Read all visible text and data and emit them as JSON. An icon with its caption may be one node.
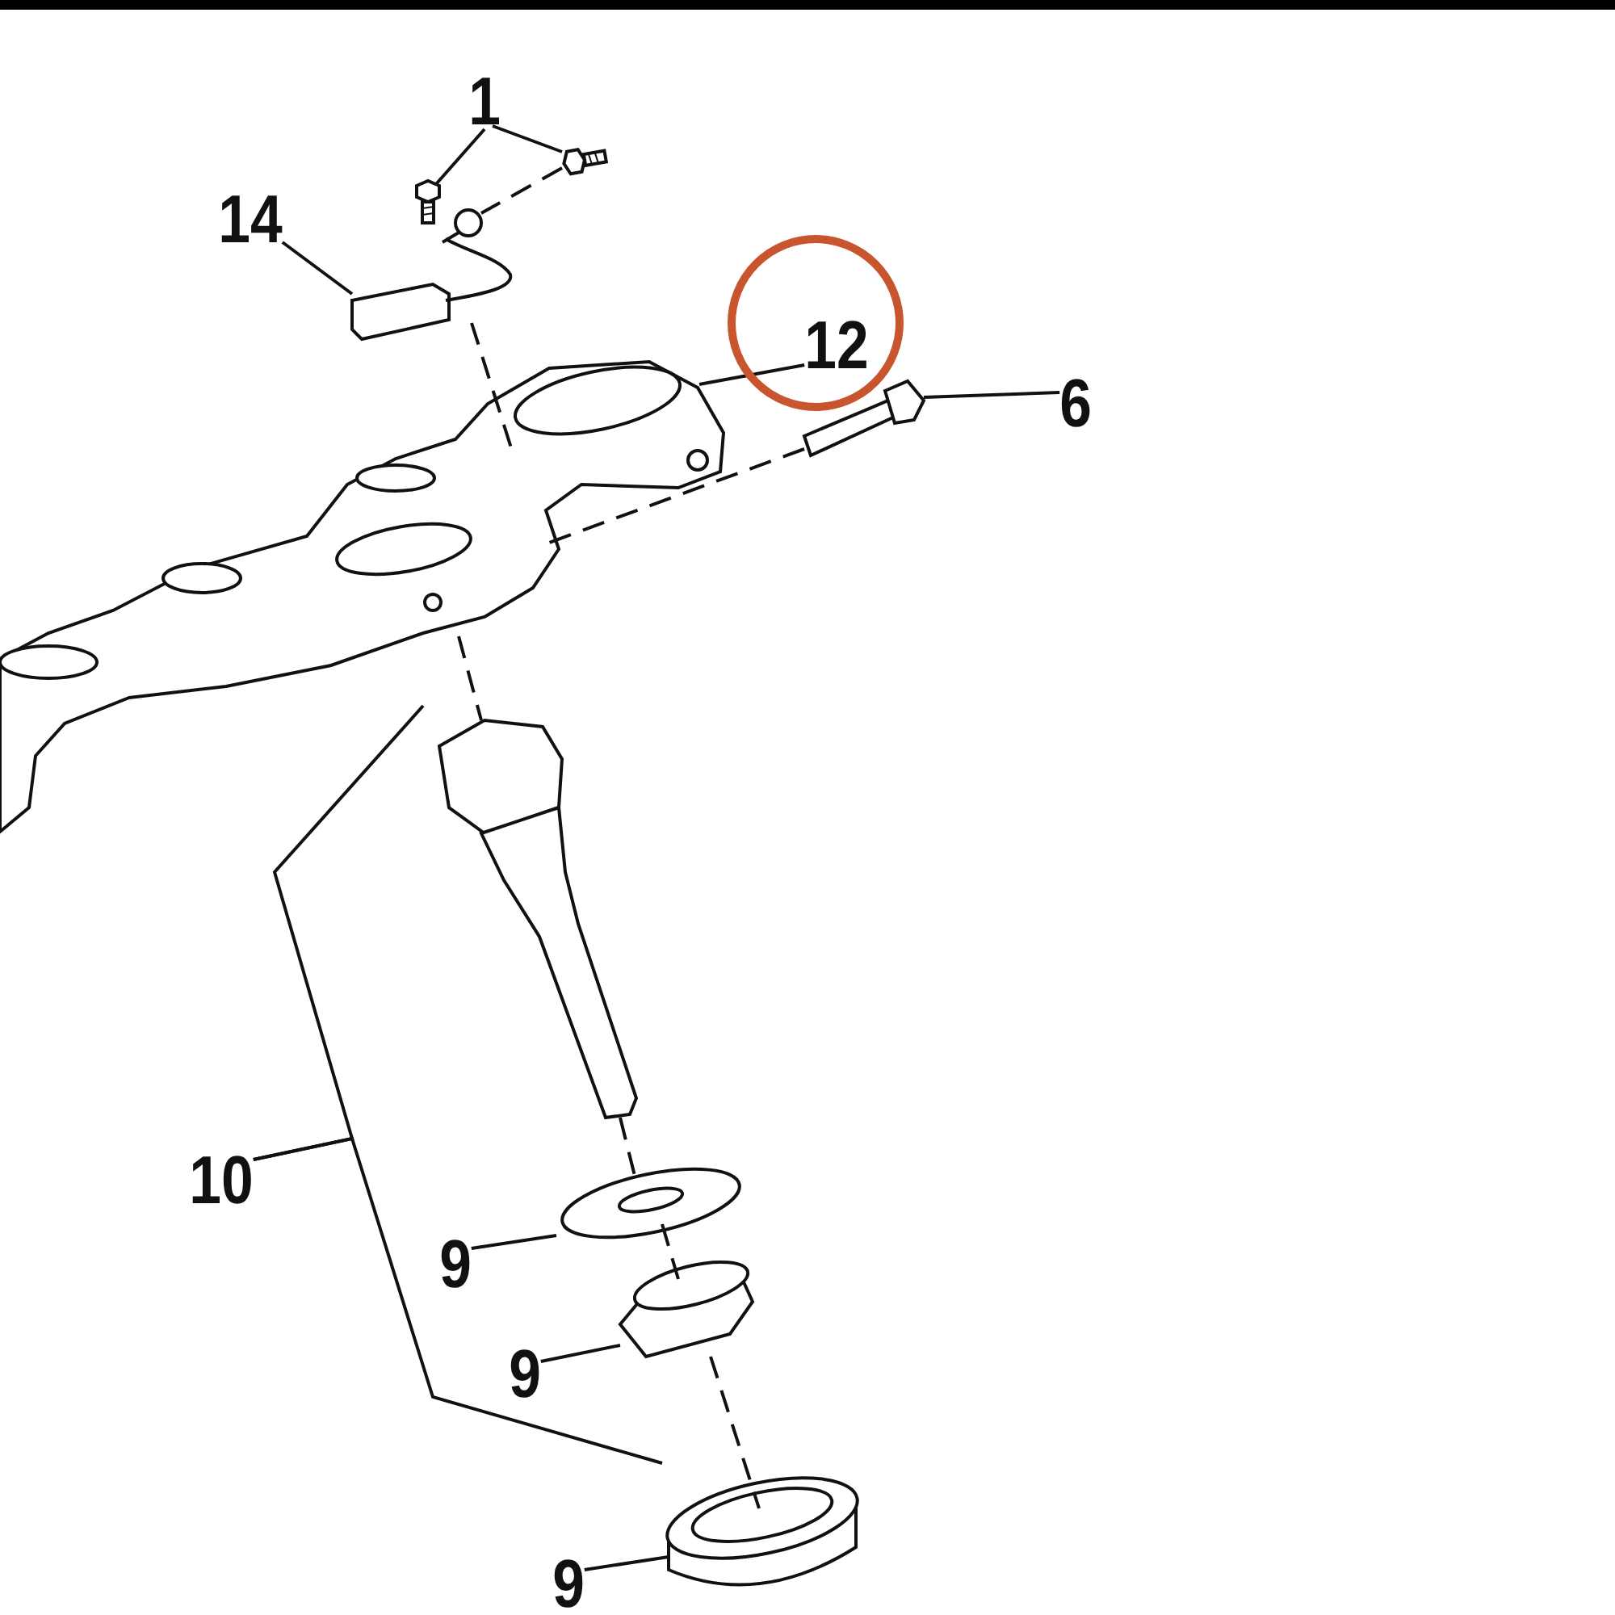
{
  "diagram": {
    "nodes": [
      {
        "text": [
          "1"
        ]
      },
      {
        "text": [],
        "shape": "screw"
      },
      {
        "text": [],
        "shape": "screw"
      },
      {
        "text": [
          "14"
        ]
      },
      {
        "text": [],
        "shape": "picture"
      },
      {
        "text": [
          "12"
        ]
      },
      {
        "text": [],
        "shape": "picture"
      },
      {
        "text": [
          "6"
        ]
      },
      {
        "text": [],
        "shape": "picture"
      },
      {
        "text": [],
        "shape": "picture"
      },
      {
        "text": [
          "10"
        ]
      },
      {
        "text": [
          "9"
        ]
      },
      {
        "text": [],
        "shape": "picture"
      },
      {
        "text": [
          "9"
        ]
      },
      {
        "text": [],
        "shape": "picture"
      },
      {
        "text": [
          "9"
        ]
      },
      {
        "text": [],
        "shape": "picture"
      }
    ],
    "edges": [
      {
        "from": 0,
        "to": 1,
        "arrow": "none"
      },
      {
        "from": 0,
        "to": 2,
        "arrow": "none"
      },
      {
        "from": 3,
        "to": 4,
        "arrow": "none"
      },
      {
        "from": 5,
        "to": 6,
        "arrow": "none"
      },
      {
        "from": 7,
        "to": 8,
        "arrow": "none"
      },
      {
        "from": 10,
        "to": 6,
        "arrow": "none"
      },
      {
        "from": 10,
        "to": 16,
        "arrow": "none"
      },
      {
        "from": 11,
        "to": 12,
        "arrow": "none"
      },
      {
        "from": 13,
        "to": 14,
        "arrow": "none"
      },
      {
        "from": 15,
        "to": 16,
        "arrow": "none"
      },
      {
        "from": 2,
        "to": 4,
        "arrow": "none",
        "style": "dashed"
      },
      {
        "from": 4,
        "to": 6,
        "arrow": "none",
        "style": "dashed"
      },
      {
        "from": 8,
        "to": 6,
        "arrow": "none",
        "style": "dashed"
      },
      {
        "from": 6,
        "to": 9,
        "arrow": "none",
        "style": "dashed"
      },
      {
        "from": 9,
        "to": 12,
        "arrow": "none",
        "style": "dashed"
      },
      {
        "from": 12,
        "to": 14,
        "arrow": "none",
        "style": "dashed"
      },
      {
        "from": 14,
        "to": 16,
        "arrow": "none",
        "style": "dashed"
      }
    ]
  }
}
